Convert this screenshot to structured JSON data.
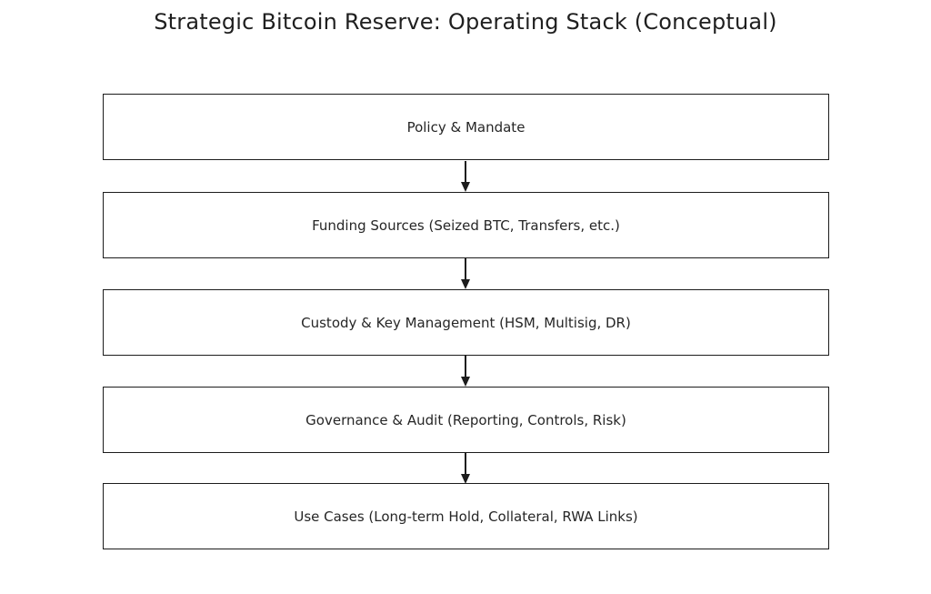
{
  "title": "Strategic Bitcoin Reserve: Operating Stack (Conceptual)",
  "colors": {
    "background": "#ffffff",
    "box_border": "#1c1c1c",
    "text": "#262626",
    "arrow": "#1c1c1c"
  },
  "diagram": {
    "type": "vertical-flow-stack",
    "boxes": [
      {
        "label": "Policy & Mandate"
      },
      {
        "label": "Funding Sources (Seized BTC, Transfers, etc.)"
      },
      {
        "label": "Custody & Key Management (HSM, Multisig, DR)"
      },
      {
        "label": "Governance & Audit (Reporting, Controls, Risk)"
      },
      {
        "label": "Use Cases (Long-term Hold, Collateral, RWA Links)"
      }
    ],
    "connector_icon": "down-arrow"
  }
}
